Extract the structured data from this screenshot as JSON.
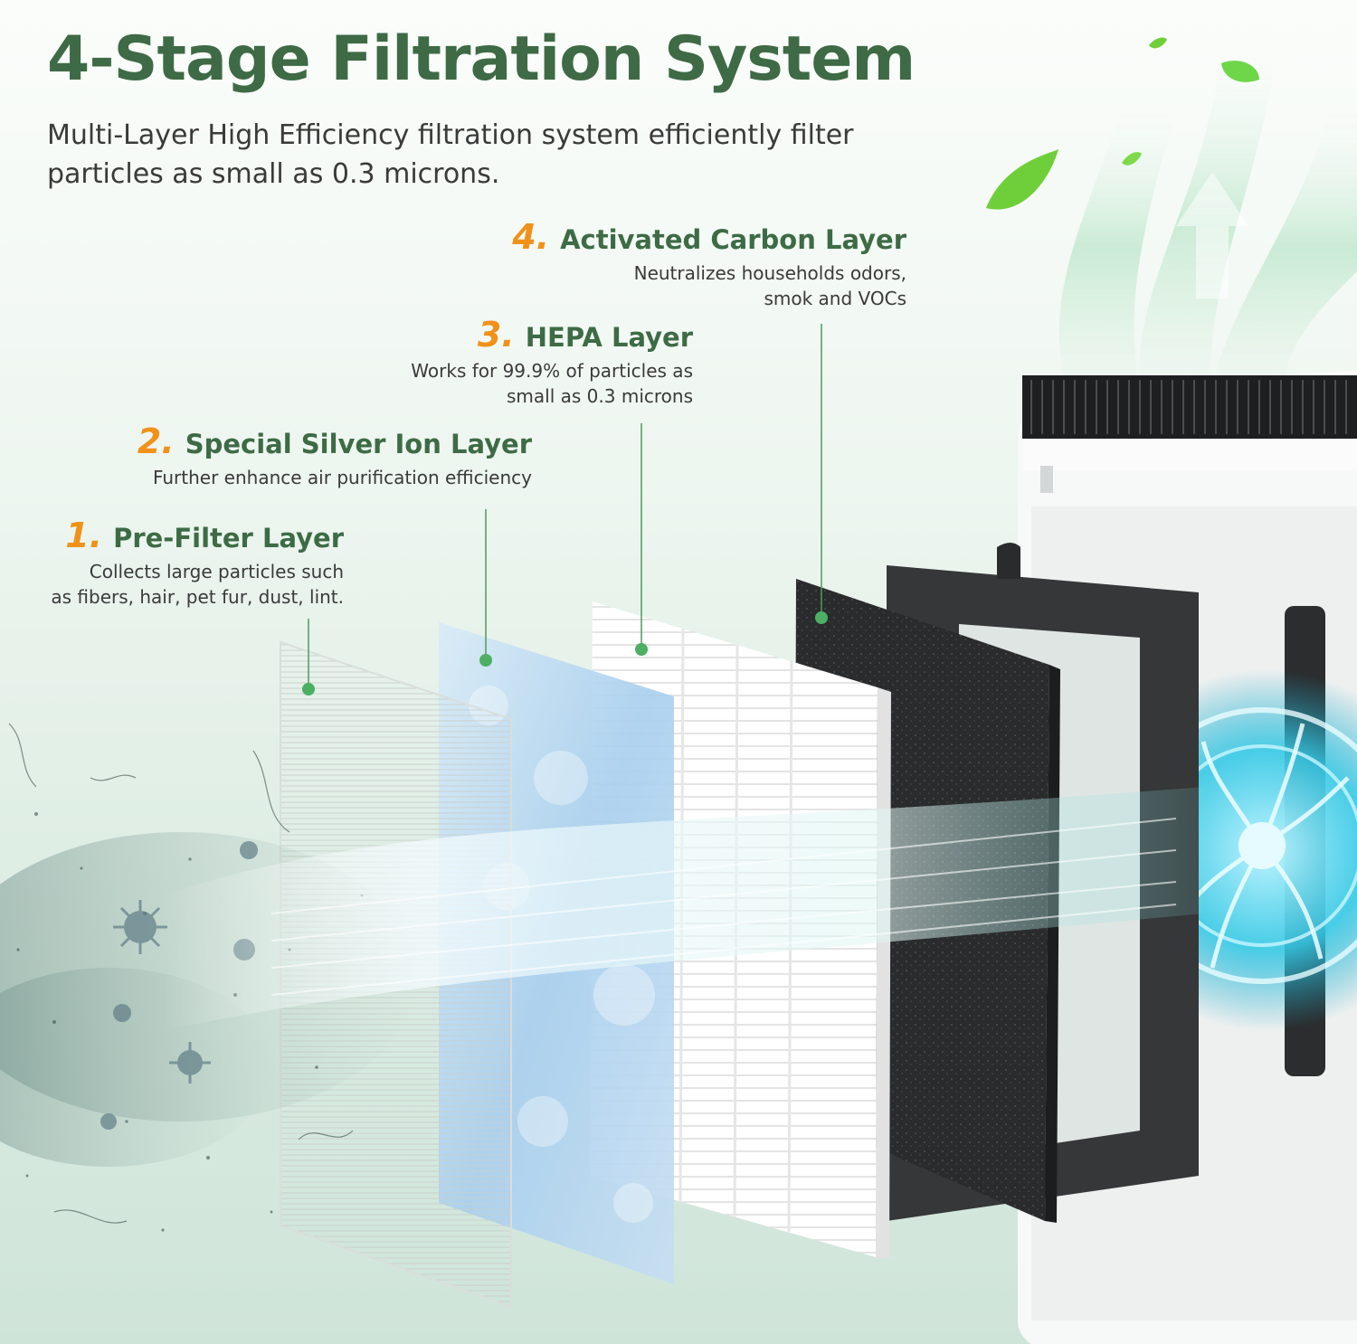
{
  "heading": {
    "title": "4-Stage Filtration System",
    "subtitle": "Multi-Layer High Efficiency filtration system efficiently filter particles as small as 0.3 microns."
  },
  "stages": [
    {
      "number": "1.",
      "title": "Pre-Filter Layer",
      "desc_line1": "Collects large particles such",
      "desc_line2": "as fibers, hair, pet fur, dust,  lint."
    },
    {
      "number": "2.",
      "title": "Special Silver Ion Layer",
      "desc_line1": "Further enhance air purification efficiency"
    },
    {
      "number": "3.",
      "title": "HEPA Layer",
      "desc_line1": "Works for 99.9% of particles as",
      "desc_line2": "small as 0.3 microns"
    },
    {
      "number": "4.",
      "title": "Activated Carbon Layer",
      "desc_line1": "Neutralizes households odors,",
      "desc_line2": "smok and VOCs"
    }
  ],
  "colors": {
    "title_green": "#3e6a45",
    "accent_orange": "#f0921a",
    "marker_green": "#4caf64",
    "body_text": "#3a3a3a"
  },
  "icons": [
    "leaf-icon",
    "fan-icon",
    "virus-particle-icon"
  ]
}
